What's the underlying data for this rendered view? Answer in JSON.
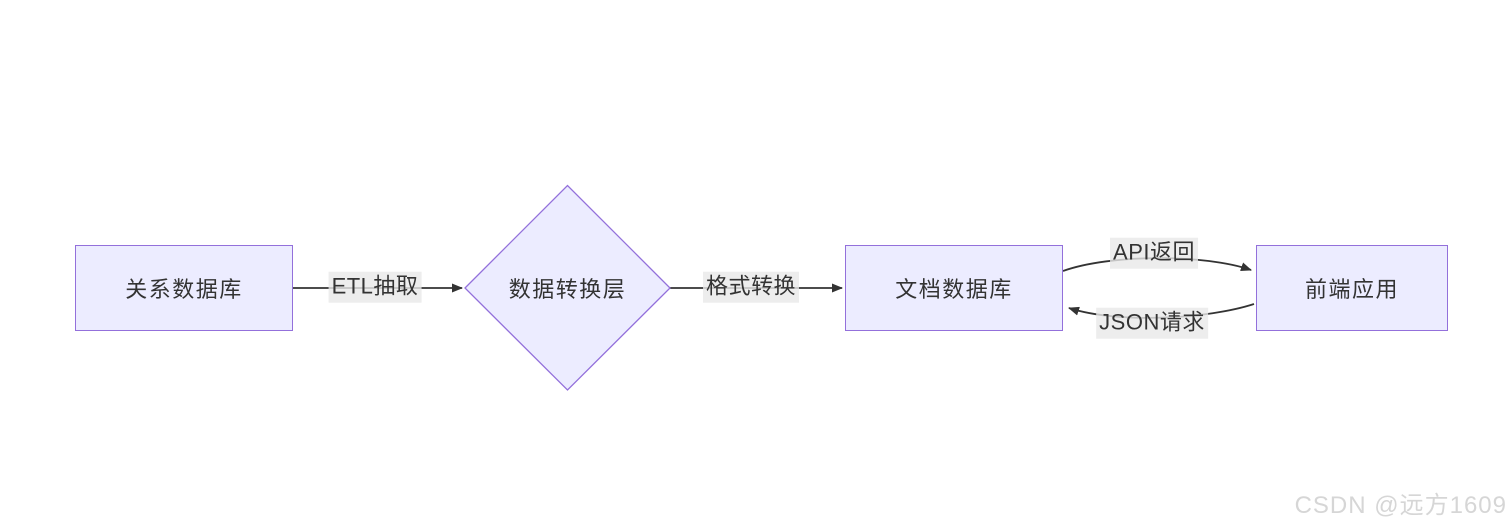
{
  "diagram": {
    "type": "flowchart",
    "direction": "left-to-right",
    "nodes": {
      "relational_db": {
        "label": "关系数据库",
        "shape": "rectangle"
      },
      "transform_layer": {
        "label": "数据转换层",
        "shape": "diamond"
      },
      "document_db": {
        "label": "文档数据库",
        "shape": "rectangle"
      },
      "frontend_app": {
        "label": "前端应用",
        "shape": "rectangle"
      }
    },
    "edges": [
      {
        "from": "关系数据库",
        "to": "数据转换层",
        "label": "ETL抽取",
        "arrow": "right"
      },
      {
        "from": "数据转换层",
        "to": "文档数据库",
        "label": "格式转换",
        "arrow": "right"
      },
      {
        "from": "文档数据库",
        "to": "前端应用",
        "label": "API返回",
        "arrow": "right",
        "style": "curved-up"
      },
      {
        "from": "前端应用",
        "to": "文档数据库",
        "label": "JSON请求",
        "arrow": "left",
        "style": "curved-down"
      }
    ],
    "colors": {
      "node_fill": "#ECECFF",
      "node_border": "#9370DB",
      "edge_stroke": "#333333",
      "edge_label_bg": "#e8e8e8",
      "text": "#333333",
      "watermark_text": "#d6d6d6"
    }
  },
  "watermark": {
    "text": "CSDN @远方1609"
  }
}
